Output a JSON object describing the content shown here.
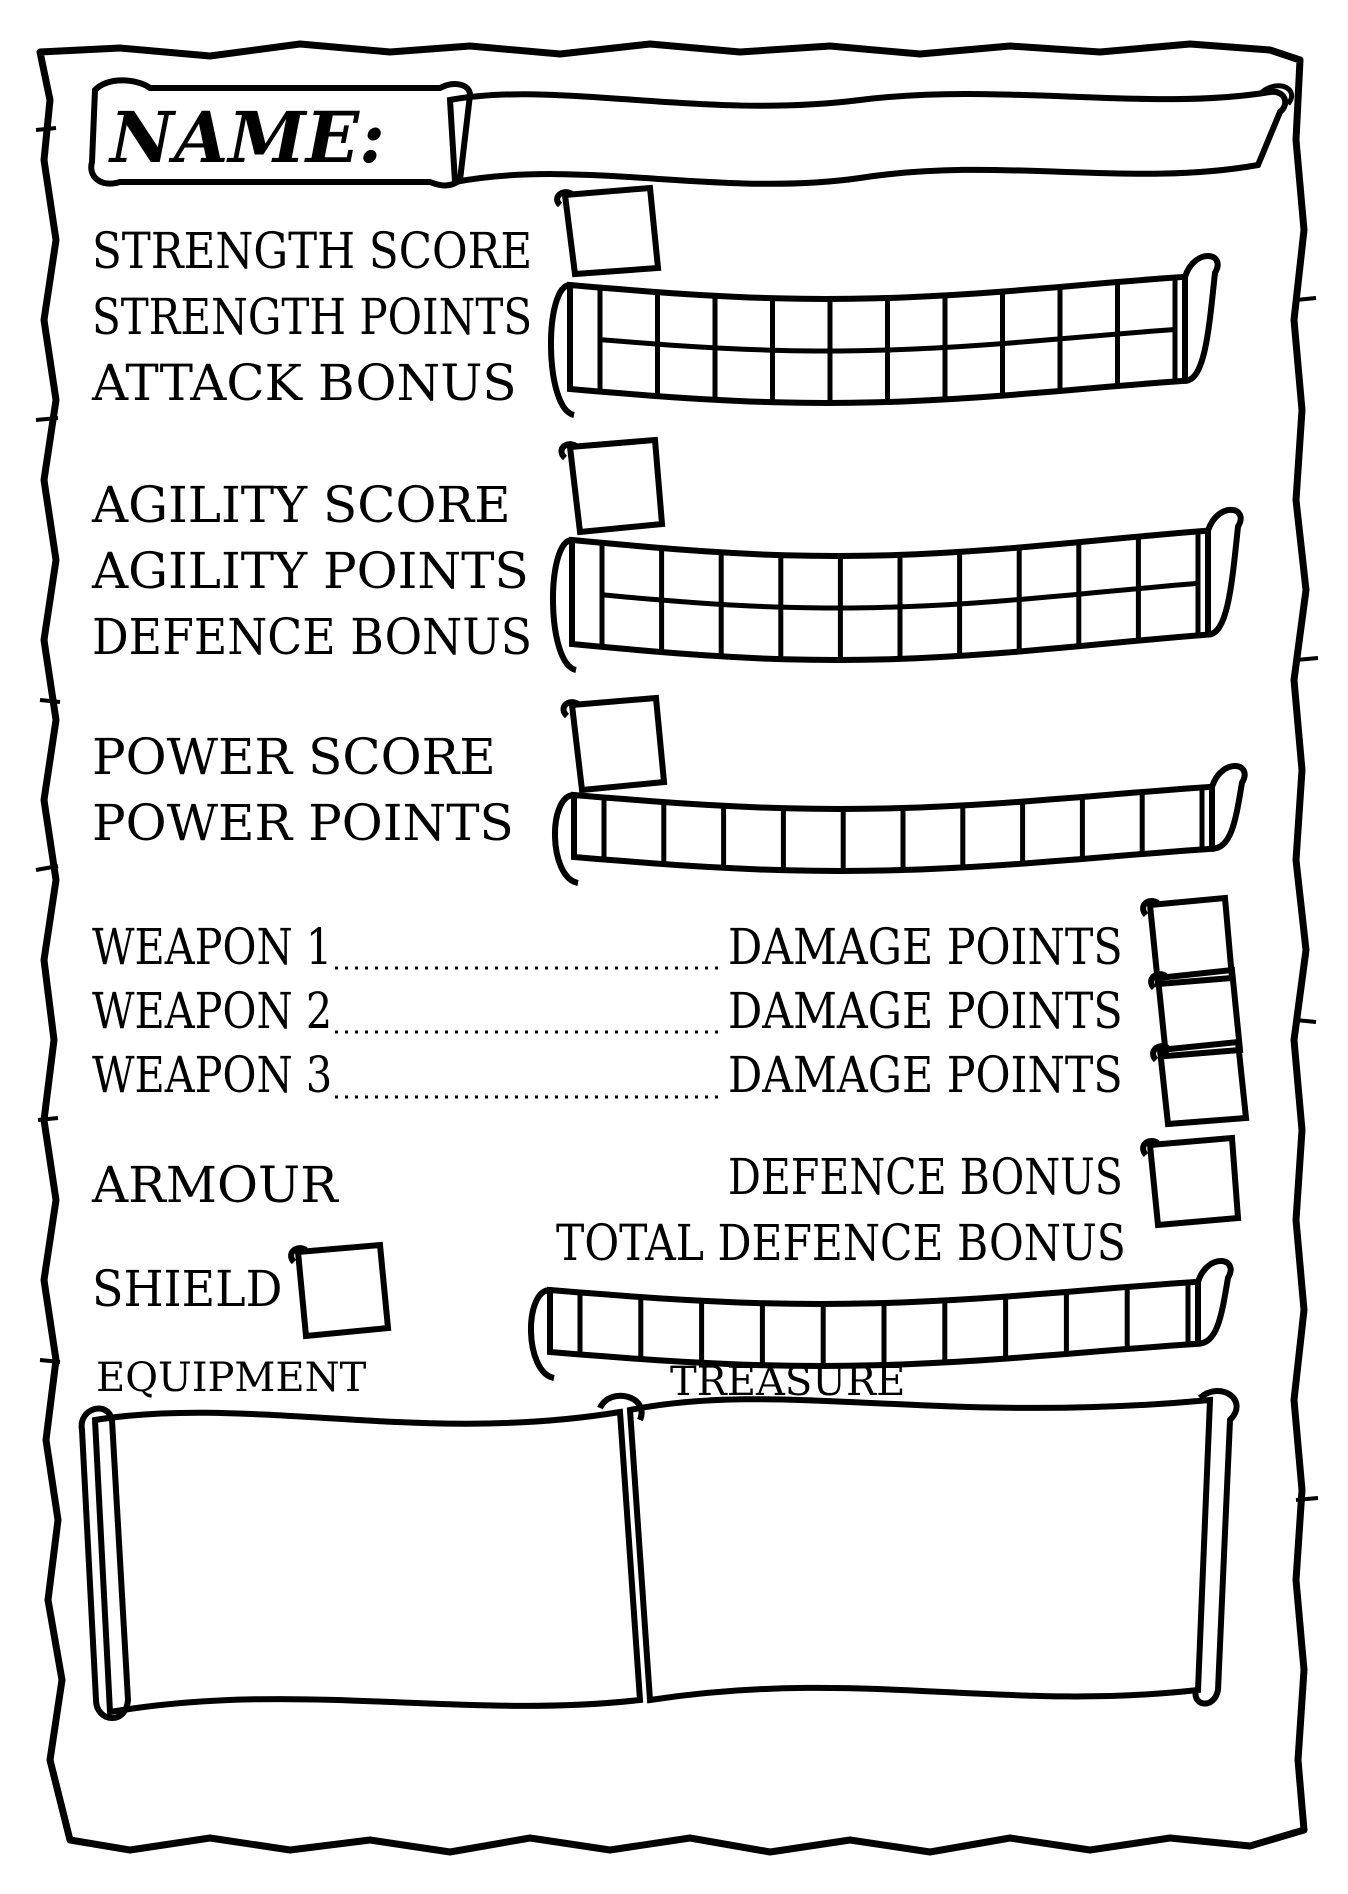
{
  "name": {
    "label": "NAME:"
  },
  "strength": {
    "score_label": "STRENGTH SCORE",
    "points_label": "STRENGTH POINTS",
    "bonus_label": "ATTACK BONUS"
  },
  "agility": {
    "score_label": "AGILITY SCORE",
    "points_label": "AGILITY POINTS",
    "bonus_label": "DEFENCE BONUS"
  },
  "power": {
    "score_label": "POWER SCORE",
    "points_label": "POWER POINTS"
  },
  "weapons": [
    {
      "label": "WEAPON 1",
      "damage_label": "DAMAGE POINTS"
    },
    {
      "label": "WEAPON 2",
      "damage_label": "DAMAGE POINTS"
    },
    {
      "label": "WEAPON 3",
      "damage_label": "DAMAGE POINTS"
    }
  ],
  "armour": {
    "label": "ARMOUR",
    "bonus_label": "DEFENCE BONUS"
  },
  "shield": {
    "label": "SHIELD"
  },
  "total_defence": {
    "label": "TOTAL DEFENCE BONUS"
  },
  "equipment": {
    "label": "EQUIPMENT"
  },
  "treasure": {
    "label": "TREASURE"
  }
}
